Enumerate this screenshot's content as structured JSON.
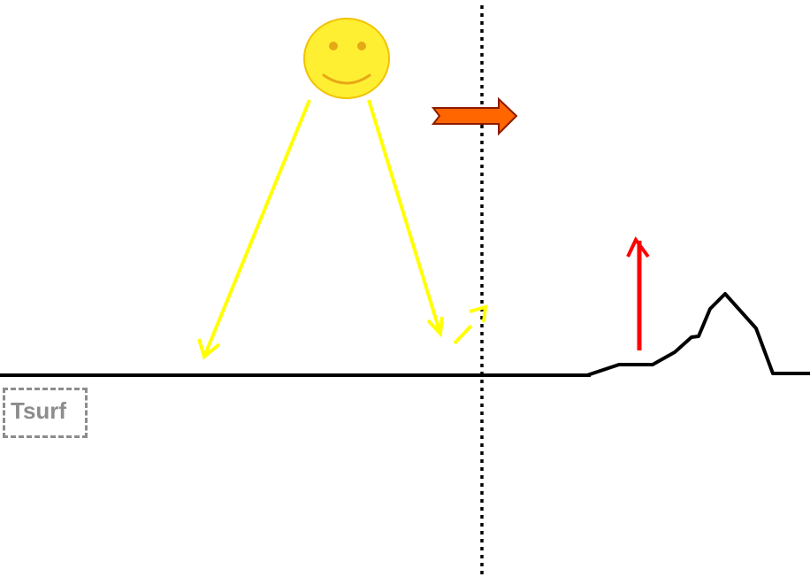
{
  "labels": {
    "surface_temperature": "Tsurf"
  },
  "elements": {
    "sun": "smiling-sun-icon",
    "incoming_rays": "yellow-ray-arrows",
    "advection": "orange-block-arrow-right",
    "uplift": "red-arrow-up",
    "terrain": "mountain-profile",
    "boundary": "dotted-vertical-line"
  },
  "colors": {
    "sun_fill": "#ffef33",
    "sun_outline": "#f2c200",
    "sun_features": "#e6a817",
    "ray": "#ffff00",
    "advection_arrow_fill": "#ff6600",
    "advection_arrow_outline": "#8b1a00",
    "uplift_arrow": "#ff0000",
    "ground": "#000000",
    "dotted_line": "#000000",
    "label_box": "#8c8c8c"
  }
}
